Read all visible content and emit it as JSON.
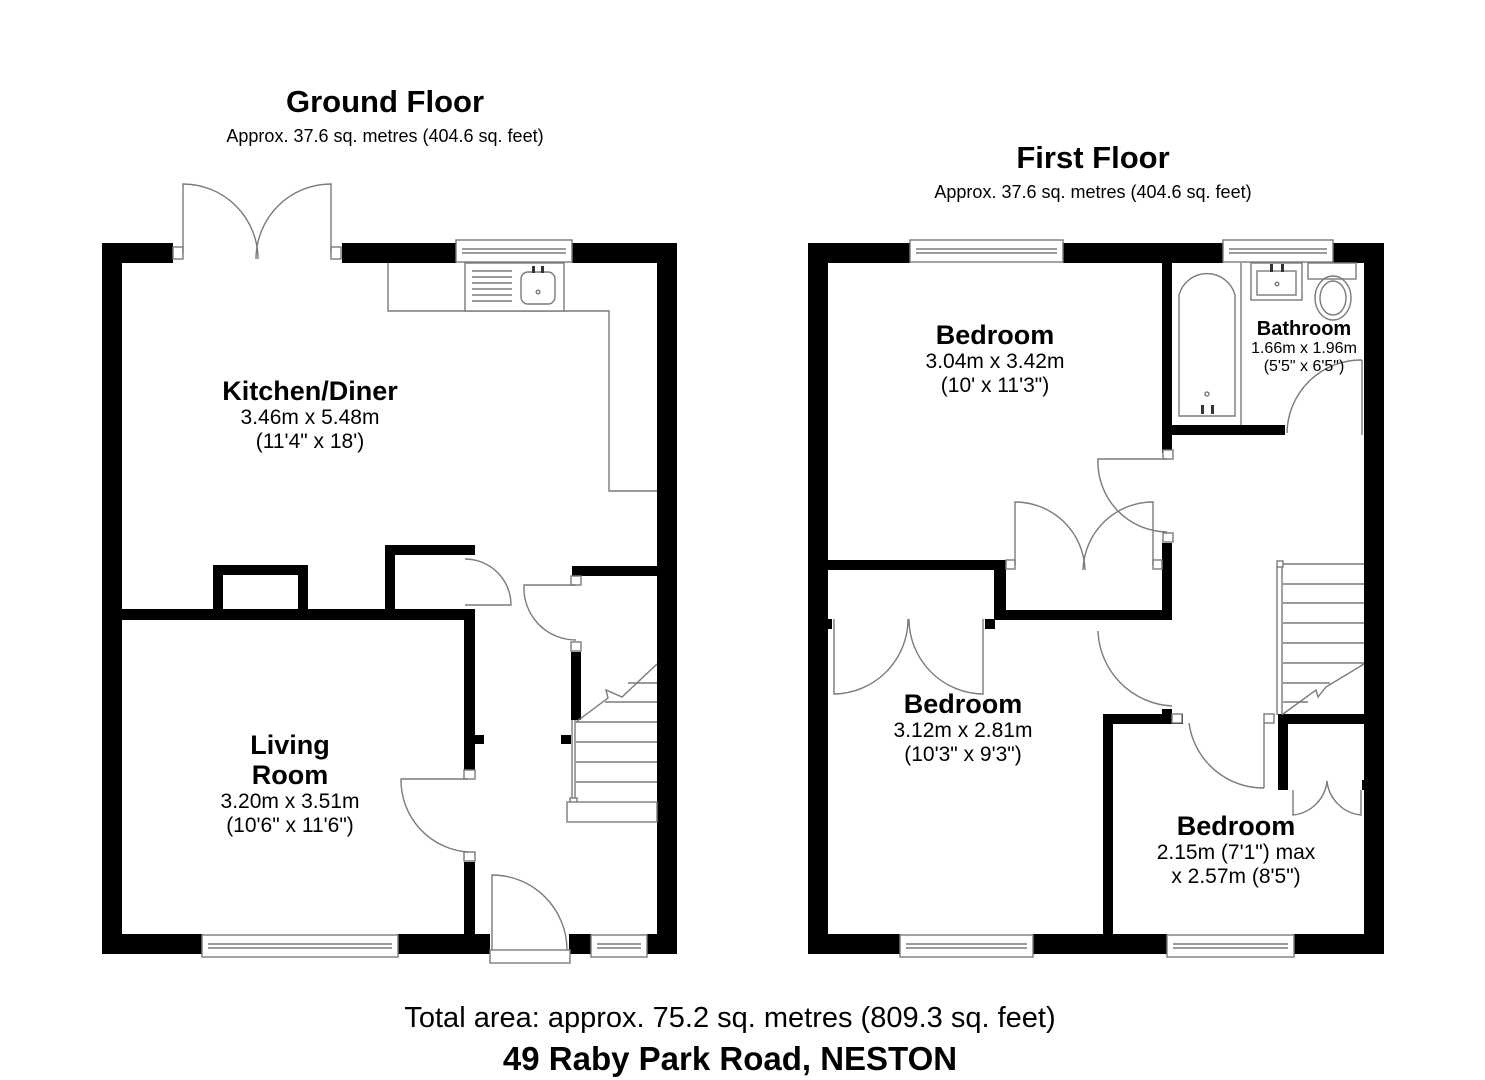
{
  "ground_floor": {
    "title": "Ground Floor",
    "area": "Approx. 37.6 sq. metres (404.6 sq. feet)",
    "rooms": [
      {
        "name": "Kitchen/Diner",
        "dim_metric": "3.46m x 5.48m",
        "dim_imperial": "(11'4\" x 18')"
      },
      {
        "name_line1": "Living",
        "name_line2": "Room",
        "dim_metric": "3.20m x 3.51m",
        "dim_imperial": "(10'6\" x 11'6\")"
      }
    ]
  },
  "first_floor": {
    "title": "First Floor",
    "area": "Approx. 37.6 sq. metres (404.6 sq. feet)",
    "rooms": [
      {
        "name": "Bedroom",
        "dim_metric": "3.04m x 3.42m",
        "dim_imperial": "(10' x 11'3\")"
      },
      {
        "name": "Bathroom",
        "dim_metric": "1.66m x 1.96m",
        "dim_imperial": "(5'5\" x 6'5\")"
      },
      {
        "name": "Bedroom",
        "dim_metric": "3.12m x 2.81m",
        "dim_imperial": "(10'3\" x 9'3\")"
      },
      {
        "name": "Bedroom",
        "dim_metric": "2.15m (7'1\") max",
        "dim_imperial": "x 2.57m (8'5\")"
      }
    ]
  },
  "footer": {
    "total_area": "Total area: approx. 75.2 sq. metres (809.3 sq. feet)",
    "address": "49 Raby Park Road, NESTON"
  },
  "colors": {
    "wall": "#000000",
    "fixture_line": "#7a7a7a",
    "background": "#ffffff"
  },
  "icons": [
    "french-doors-icon",
    "door-swing-icon",
    "window-icon",
    "sink-icon",
    "staircase-icon",
    "bath-icon",
    "toilet-icon",
    "basin-icon",
    "cupboard-doors-icon"
  ]
}
